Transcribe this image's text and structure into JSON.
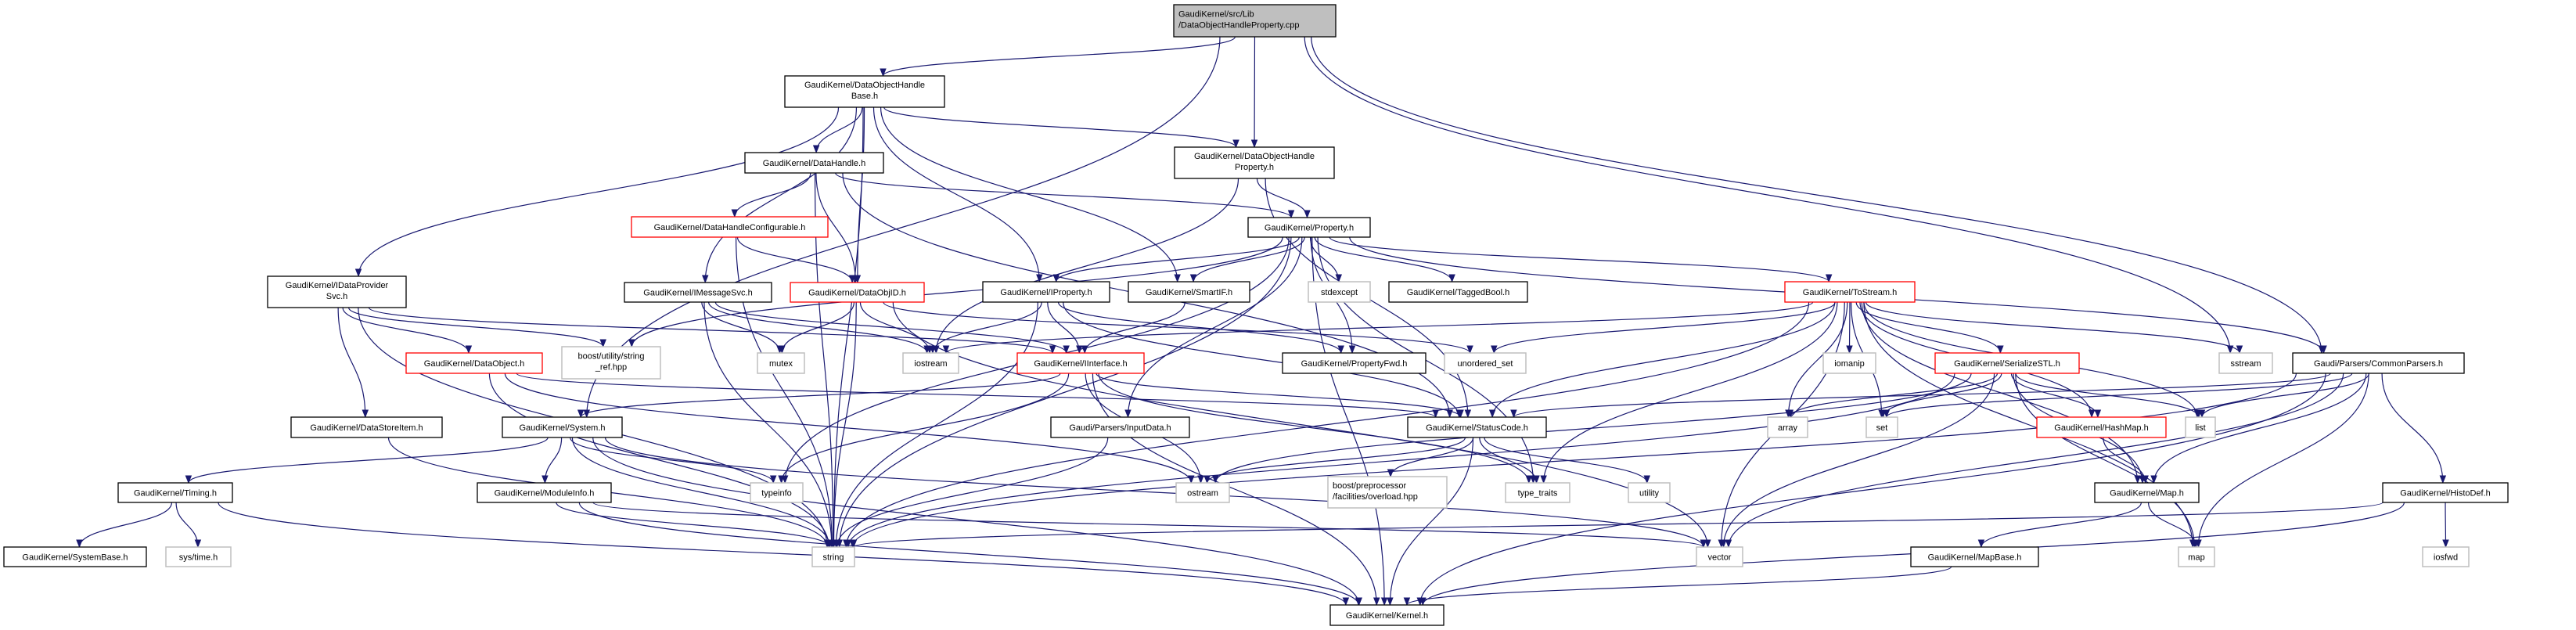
{
  "colors": {
    "edge": "#191970",
    "root_fill": "#bfbfbf",
    "red_border": "#ff0000",
    "gray_border": "#bfbfbf",
    "black_border": "#000000"
  },
  "nodes": {
    "root": {
      "lines": [
        "GaudiKernel/src/Lib",
        "/DataObjectHandleProperty.cpp"
      ],
      "kind": "root"
    },
    "dohbase": {
      "lines": [
        "GaudiKernel/DataObjectHandle",
        "Base.h"
      ],
      "kind": "normal"
    },
    "dohprop": {
      "lines": [
        "GaudiKernel/DataObjectHandle",
        "Property.h"
      ],
      "kind": "normal"
    },
    "datahandle": {
      "lines": [
        "GaudiKernel/DataHandle.h"
      ],
      "kind": "normal"
    },
    "dhconf": {
      "lines": [
        "GaudiKernel/DataHandleConfigurable.h"
      ],
      "kind": "red"
    },
    "property": {
      "lines": [
        "GaudiKernel/Property.h"
      ],
      "kind": "normal"
    },
    "idps": {
      "lines": [
        "GaudiKernel/IDataProvider",
        "Svc.h"
      ],
      "kind": "normal"
    },
    "imsg": {
      "lines": [
        "GaudiKernel/IMessageSvc.h"
      ],
      "kind": "normal"
    },
    "objid": {
      "lines": [
        "GaudiKernel/DataObjID.h"
      ],
      "kind": "red"
    },
    "iprop": {
      "lines": [
        "GaudiKernel/IProperty.h"
      ],
      "kind": "normal"
    },
    "smartif": {
      "lines": [
        "GaudiKernel/SmartIF.h"
      ],
      "kind": "normal"
    },
    "stdexcept": {
      "lines": [
        "stdexcept"
      ],
      "kind": "gray"
    },
    "tagged": {
      "lines": [
        "GaudiKernel/TaggedBool.h"
      ],
      "kind": "normal"
    },
    "tostream": {
      "lines": [
        "GaudiKernel/ToStream.h"
      ],
      "kind": "red"
    },
    "dataobject": {
      "lines": [
        "GaudiKernel/DataObject.h"
      ],
      "kind": "red"
    },
    "strref": {
      "lines": [
        "boost/utility/string",
        "_ref.hpp"
      ],
      "kind": "gray"
    },
    "mutex": {
      "lines": [
        "mutex"
      ],
      "kind": "gray"
    },
    "iostream": {
      "lines": [
        "iostream"
      ],
      "kind": "gray"
    },
    "iinterface": {
      "lines": [
        "GaudiKernel/IInterface.h"
      ],
      "kind": "red"
    },
    "propfwd": {
      "lines": [
        "GaudiKernel/PropertyFwd.h"
      ],
      "kind": "normal"
    },
    "uset": {
      "lines": [
        "unordered_set"
      ],
      "kind": "gray"
    },
    "iomanip": {
      "lines": [
        "iomanip"
      ],
      "kind": "gray"
    },
    "serstl": {
      "lines": [
        "GaudiKernel/SerializeSTL.h"
      ],
      "kind": "red"
    },
    "sstream": {
      "lines": [
        "sstream"
      ],
      "kind": "gray"
    },
    "commonp": {
      "lines": [
        "Gaudi/Parsers/CommonParsers.h"
      ],
      "kind": "normal"
    },
    "datastore": {
      "lines": [
        "GaudiKernel/DataStoreItem.h"
      ],
      "kind": "normal"
    },
    "system": {
      "lines": [
        "GaudiKernel/System.h"
      ],
      "kind": "normal"
    },
    "inputdata": {
      "lines": [
        "Gaudi/Parsers/InputData.h"
      ],
      "kind": "normal"
    },
    "statuscode": {
      "lines": [
        "GaudiKernel/StatusCode.h"
      ],
      "kind": "normal"
    },
    "array": {
      "lines": [
        "array"
      ],
      "kind": "gray"
    },
    "set": {
      "lines": [
        "set"
      ],
      "kind": "gray"
    },
    "hashmap": {
      "lines": [
        "GaudiKernel/HashMap.h"
      ],
      "kind": "red"
    },
    "list": {
      "lines": [
        "list"
      ],
      "kind": "gray"
    },
    "timing": {
      "lines": [
        "GaudiKernel/Timing.h"
      ],
      "kind": "normal"
    },
    "moduleinfo": {
      "lines": [
        "GaudiKernel/ModuleInfo.h"
      ],
      "kind": "normal"
    },
    "typeinfo": {
      "lines": [
        "typeinfo"
      ],
      "kind": "gray"
    },
    "ostream": {
      "lines": [
        "ostream"
      ],
      "kind": "gray"
    },
    "boostpp": {
      "lines": [
        "boost/preprocessor",
        "/facilities/overload.hpp"
      ],
      "kind": "gray"
    },
    "typetraits": {
      "lines": [
        "type_traits"
      ],
      "kind": "gray"
    },
    "utility": {
      "lines": [
        "utility"
      ],
      "kind": "gray"
    },
    "map_h": {
      "lines": [
        "GaudiKernel/Map.h"
      ],
      "kind": "normal"
    },
    "histodef": {
      "lines": [
        "GaudiKernel/HistoDef.h"
      ],
      "kind": "normal"
    },
    "systembase": {
      "lines": [
        "GaudiKernel/SystemBase.h"
      ],
      "kind": "normal"
    },
    "systime": {
      "lines": [
        "sys/time.h"
      ],
      "kind": "gray"
    },
    "string": {
      "lines": [
        "string"
      ],
      "kind": "gray"
    },
    "vector": {
      "lines": [
        "vector"
      ],
      "kind": "gray"
    },
    "mapbase": {
      "lines": [
        "GaudiKernel/MapBase.h"
      ],
      "kind": "normal"
    },
    "map": {
      "lines": [
        "map"
      ],
      "kind": "gray"
    },
    "iosfwd": {
      "lines": [
        "iosfwd"
      ],
      "kind": "gray"
    },
    "kernel": {
      "lines": [
        "GaudiKernel/Kernel.h"
      ],
      "kind": "normal"
    }
  },
  "edges": [
    [
      "root",
      "dohbase"
    ],
    [
      "root",
      "dohprop"
    ],
    [
      "root",
      "system"
    ],
    [
      "root",
      "sstream"
    ],
    [
      "root",
      "commonp"
    ],
    [
      "dohbase",
      "idps"
    ],
    [
      "dohbase",
      "imsg"
    ],
    [
      "dohbase",
      "datahandle"
    ],
    [
      "dohbase",
      "objid"
    ],
    [
      "dohbase",
      "iprop"
    ],
    [
      "dohbase",
      "smartif"
    ],
    [
      "dohbase",
      "dohprop"
    ],
    [
      "dohbase",
      "string"
    ],
    [
      "datahandle",
      "dhconf"
    ],
    [
      "datahandle",
      "objid"
    ],
    [
      "datahandle",
      "property"
    ],
    [
      "datahandle",
      "string"
    ],
    [
      "datahandle",
      "statuscode"
    ],
    [
      "dhconf",
      "objid"
    ],
    [
      "dhconf",
      "string"
    ],
    [
      "dohprop",
      "property"
    ],
    [
      "dohprop",
      "iostream"
    ],
    [
      "dohprop",
      "statuscode"
    ],
    [
      "property",
      "iprop"
    ],
    [
      "property",
      "smartif"
    ],
    [
      "property",
      "stdexcept"
    ],
    [
      "property",
      "tagged"
    ],
    [
      "property",
      "tostream"
    ],
    [
      "property",
      "inputdata"
    ],
    [
      "property",
      "propfwd"
    ],
    [
      "property",
      "commonp"
    ],
    [
      "property",
      "strref"
    ],
    [
      "property",
      "string"
    ],
    [
      "property",
      "typeinfo"
    ],
    [
      "property",
      "typetraits"
    ],
    [
      "property",
      "kernel"
    ],
    [
      "idps",
      "dataobject"
    ],
    [
      "idps",
      "datastore"
    ],
    [
      "idps",
      "string"
    ],
    [
      "idps",
      "strref"
    ],
    [
      "idps",
      "iinterface"
    ],
    [
      "imsg",
      "iinterface"
    ],
    [
      "imsg",
      "iostream"
    ],
    [
      "imsg",
      "string"
    ],
    [
      "imsg",
      "mutex"
    ],
    [
      "objid",
      "mutex"
    ],
    [
      "objid",
      "iostream"
    ],
    [
      "objid",
      "string"
    ],
    [
      "objid",
      "uset"
    ],
    [
      "objid",
      "vector"
    ],
    [
      "iprop",
      "iinterface"
    ],
    [
      "iprop",
      "iostream"
    ],
    [
      "iprop",
      "string"
    ],
    [
      "iprop",
      "propfwd"
    ],
    [
      "iprop",
      "statuscode"
    ],
    [
      "smartif",
      "iinterface"
    ],
    [
      "iinterface",
      "system"
    ],
    [
      "iinterface",
      "typeinfo"
    ],
    [
      "iinterface",
      "ostream"
    ],
    [
      "iinterface",
      "statuscode"
    ],
    [
      "iinterface",
      "kernel"
    ],
    [
      "iinterface",
      "typetraits"
    ],
    [
      "dataobject",
      "string"
    ],
    [
      "dataobject",
      "statuscode"
    ],
    [
      "dataobject",
      "ostream"
    ],
    [
      "datastore",
      "string"
    ],
    [
      "system",
      "timing"
    ],
    [
      "system",
      "moduleinfo"
    ],
    [
      "system",
      "typeinfo"
    ],
    [
      "system",
      "string"
    ],
    [
      "system",
      "kernel"
    ],
    [
      "system",
      "vector"
    ],
    [
      "timing",
      "systembase"
    ],
    [
      "timing",
      "systime"
    ],
    [
      "timing",
      "kernel"
    ],
    [
      "moduleinfo",
      "string"
    ],
    [
      "moduleinfo",
      "kernel"
    ],
    [
      "moduleinfo",
      "vector"
    ],
    [
      "inputdata",
      "string"
    ],
    [
      "statuscode",
      "ostream"
    ],
    [
      "statuscode",
      "boostpp"
    ],
    [
      "statuscode",
      "typetraits"
    ],
    [
      "statuscode",
      "utility"
    ],
    [
      "statuscode",
      "kernel"
    ],
    [
      "tostream",
      "iostream"
    ],
    [
      "tostream",
      "iomanip"
    ],
    [
      "tostream",
      "serstl"
    ],
    [
      "tostream",
      "array"
    ],
    [
      "tostream",
      "set"
    ],
    [
      "tostream",
      "list"
    ],
    [
      "tostream",
      "hashmap"
    ],
    [
      "tostream",
      "map_h"
    ],
    [
      "tostream",
      "sstream"
    ],
    [
      "tostream",
      "string"
    ],
    [
      "tostream",
      "vector"
    ],
    [
      "tostream",
      "typetraits"
    ],
    [
      "tostream",
      "uset"
    ],
    [
      "tostream",
      "map"
    ],
    [
      "tostream",
      "statuscode"
    ],
    [
      "serstl",
      "array"
    ],
    [
      "serstl",
      "set"
    ],
    [
      "serstl",
      "hashmap"
    ],
    [
      "serstl",
      "list"
    ],
    [
      "serstl",
      "map_h"
    ],
    [
      "serstl",
      "map"
    ],
    [
      "serstl",
      "vector"
    ],
    [
      "serstl",
      "ostream"
    ],
    [
      "serstl",
      "string"
    ],
    [
      "hashmap",
      "map_h"
    ],
    [
      "map_h",
      "mapbase"
    ],
    [
      "map_h",
      "map"
    ],
    [
      "mapbase",
      "kernel"
    ],
    [
      "commonp",
      "statuscode"
    ],
    [
      "commonp",
      "set"
    ],
    [
      "commonp",
      "list"
    ],
    [
      "commonp",
      "map_h"
    ],
    [
      "commonp",
      "map"
    ],
    [
      "commonp",
      "vector"
    ],
    [
      "commonp",
      "string"
    ],
    [
      "commonp",
      "histodef"
    ],
    [
      "commonp",
      "kernel"
    ],
    [
      "histodef",
      "iosfwd"
    ],
    [
      "histodef",
      "string"
    ],
    [
      "histodef",
      "kernel"
    ]
  ]
}
